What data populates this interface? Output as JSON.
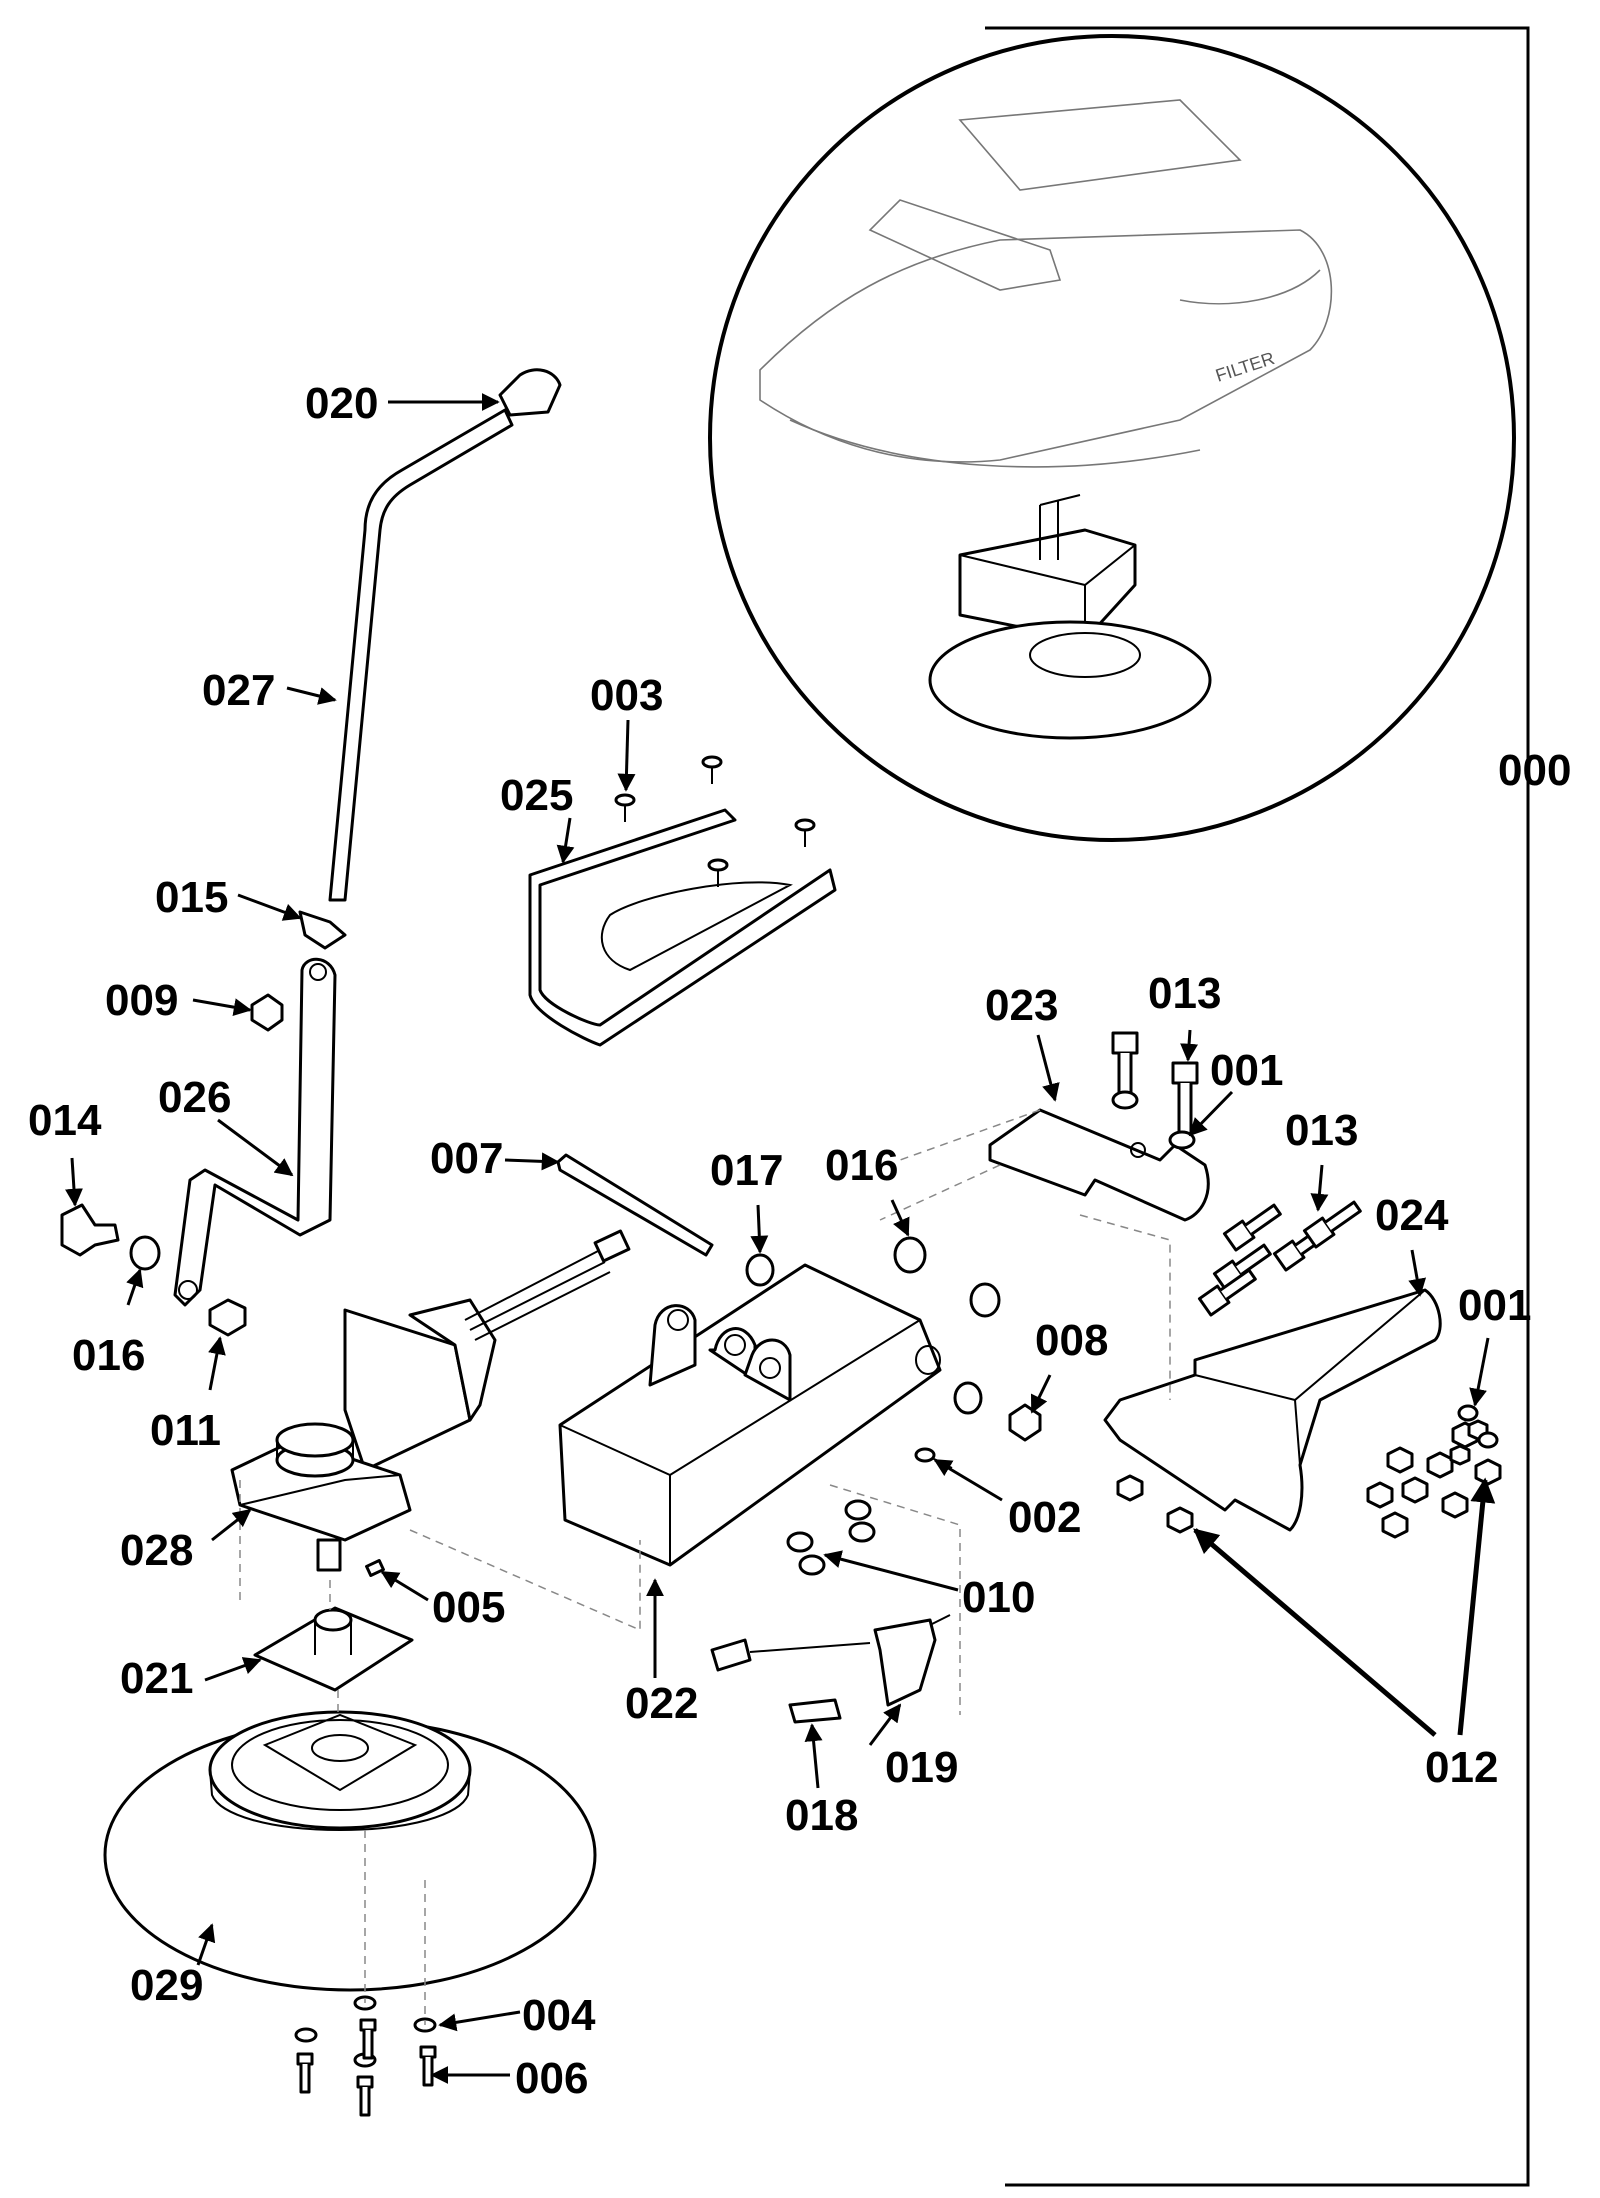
{
  "labels": {
    "p000": "000",
    "p001a": "001",
    "p001b": "001",
    "p002": "002",
    "p003": "003",
    "p004": "004",
    "p005": "005",
    "p006": "006",
    "p007": "007",
    "p008": "008",
    "p009": "009",
    "p010": "010",
    "p011": "011",
    "p012": "012",
    "p013a": "013",
    "p013b": "013",
    "p014": "014",
    "p015": "015",
    "p016a": "016",
    "p016b": "016",
    "p017": "017",
    "p018": "018",
    "p019": "019",
    "p020": "020",
    "p021": "021",
    "p022": "022",
    "p023": "023",
    "p024": "024",
    "p025": "025",
    "p026": "026",
    "p027": "027",
    "p028": "028",
    "p029": "029"
  },
  "inset": {
    "text": "FILTER"
  }
}
